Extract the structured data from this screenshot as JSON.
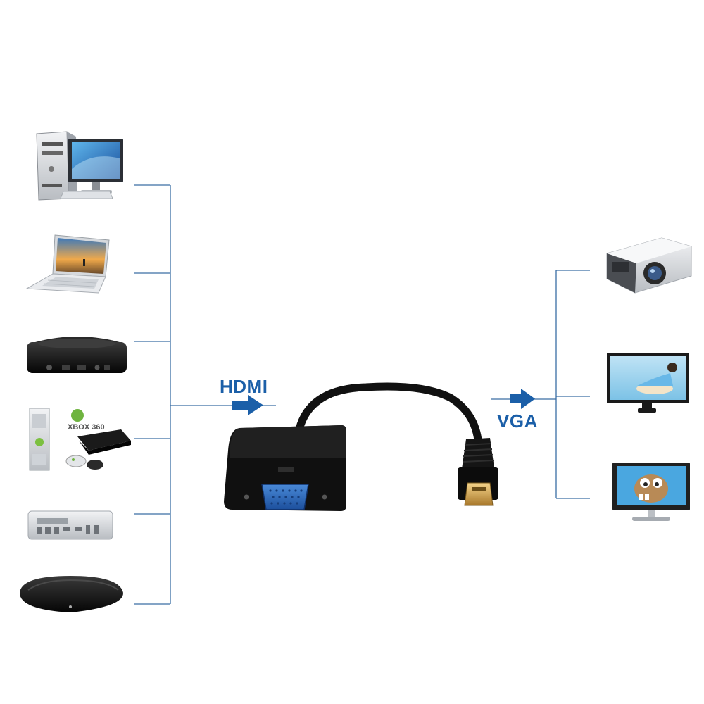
{
  "labels": {
    "input": "HDMI",
    "output": "VGA"
  },
  "colors": {
    "accent": "#1b5fa8",
    "line": "#3a6ea5",
    "device_dark": "#111111",
    "device_light": "#e6e8ea"
  },
  "source_devices": [
    {
      "name": "desktop-pc",
      "icon": "desktop-computer-icon"
    },
    {
      "name": "laptop",
      "icon": "laptop-icon"
    },
    {
      "name": "apple-tv",
      "icon": "apple-tv-box-icon"
    },
    {
      "name": "game-consoles",
      "icon": "game-console-icon",
      "logo_text": "XBOX 360"
    },
    {
      "name": "mac-mini",
      "icon": "mac-mini-icon"
    },
    {
      "name": "media-player",
      "icon": "media-player-icon"
    }
  ],
  "display_devices": [
    {
      "name": "projector",
      "icon": "projector-icon"
    },
    {
      "name": "monitor",
      "icon": "monitor-icon"
    },
    {
      "name": "hdtv",
      "icon": "hdtv-icon"
    }
  ],
  "adapter": {
    "name": "hdmi-to-vga-adapter",
    "icon": "hdmi-vga-adapter-icon"
  }
}
